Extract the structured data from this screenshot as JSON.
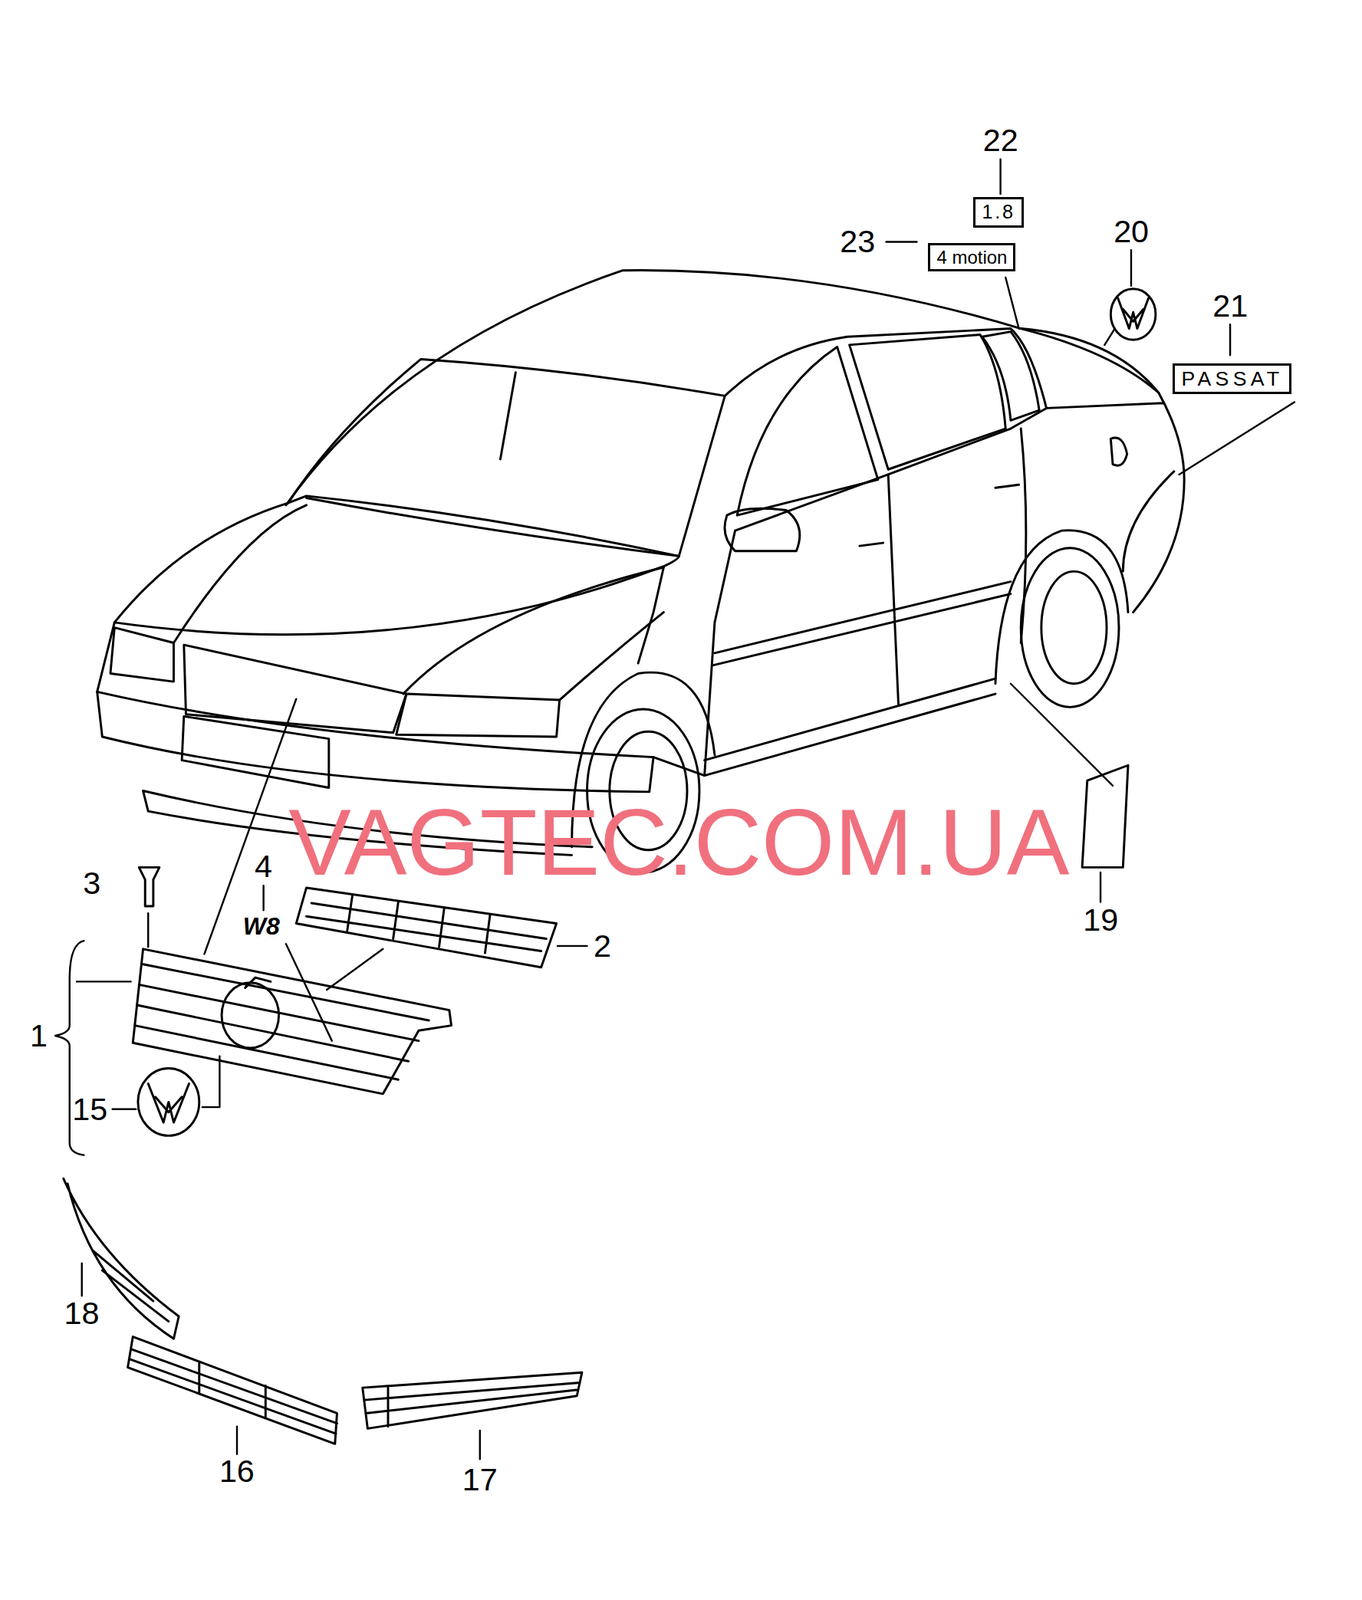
{
  "diagram": {
    "nodes": [
      {
        "text": [
          "1.8"
        ]
      },
      {
        "text": [
          "4 motion"
        ]
      },
      {
        "text": [
          "PASSAT"
        ]
      }
    ],
    "labels": [
      "22",
      "23",
      "20",
      "21",
      "4",
      "3",
      "2",
      "1",
      "15",
      "19",
      "18",
      "16",
      "17",
      "W8",
      "VAGTEC.COM.UA"
    ]
  }
}
